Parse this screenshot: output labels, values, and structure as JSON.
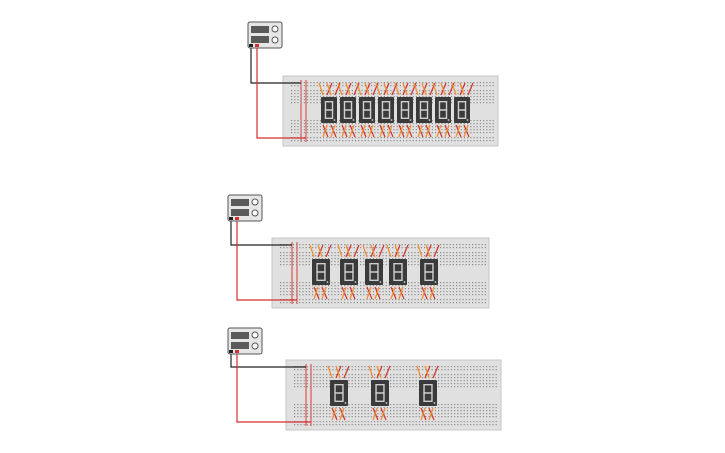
{
  "colors": {
    "background": "#ffffff",
    "breadboard": "#e0e0e0",
    "breadboard_border": "#c6c6c6",
    "hole": "#8d8d8d",
    "rail_red": "#e53935",
    "display_body": "#3a3a3a",
    "segment": "#cfcfcf",
    "wire_red": "#d32f2f",
    "wire_black": "#222222",
    "wire_orange": "#f28c28",
    "psu_body": "#e6e6e6",
    "psu_border": "#555555",
    "psu_screen": "#5a5a5a"
  },
  "circuits": [
    {
      "name": "eight-digit-display",
      "digit_count": 8,
      "psu_icon": "power-supply-icon",
      "display_icon": "seven-segment-display-icon",
      "breadboard_icon": "breadboard-icon"
    },
    {
      "name": "five-digit-display",
      "digit_count": 5,
      "psu_icon": "power-supply-icon",
      "display_icon": "seven-segment-display-icon",
      "breadboard_icon": "breadboard-icon"
    },
    {
      "name": "three-digit-display",
      "digit_count": 3,
      "psu_icon": "power-supply-icon",
      "display_icon": "seven-segment-display-icon",
      "breadboard_icon": "breadboard-icon"
    }
  ]
}
